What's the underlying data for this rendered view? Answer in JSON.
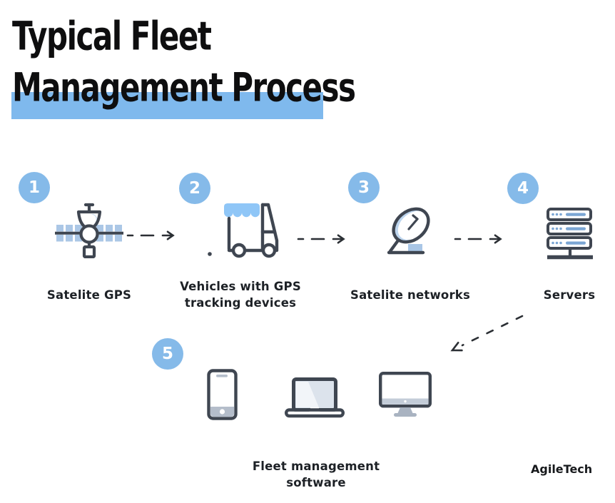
{
  "title": {
    "line1": "Typical Fleet",
    "line2": "Management Process"
  },
  "steps": [
    {
      "number": "1",
      "label": "Satelite GPS",
      "icon": "satellite-gps-icon"
    },
    {
      "number": "2",
      "label_line1": "Vehicles with GPS",
      "label_line2": "tracking devices",
      "icon": "gps-vehicle-icon"
    },
    {
      "number": "3",
      "label": "Satelite networks",
      "icon": "satellite-dish-icon"
    },
    {
      "number": "4",
      "label": "Servers",
      "icon": "server-rack-icon"
    },
    {
      "number": "5",
      "label_line1": "Fleet management",
      "label_line2": "software",
      "icon": "devices-icon"
    }
  ],
  "connectors": {
    "style": "dashed-arrow",
    "flow": [
      "1>2",
      "2>3",
      "3>4",
      "4>5"
    ]
  },
  "logo": {
    "text": "AgileTech"
  },
  "colors": {
    "highlight_bar": "#7fb9ed",
    "badge_blue": "#85bae9",
    "icon_outline": "#3f4651",
    "panel_blue": "#abc7e6",
    "awning_blue": "#8fc6f7",
    "server_accent": "#7ba6d4",
    "device_gray": "#b4bdca",
    "arrow_dark": "#2b2f34"
  }
}
